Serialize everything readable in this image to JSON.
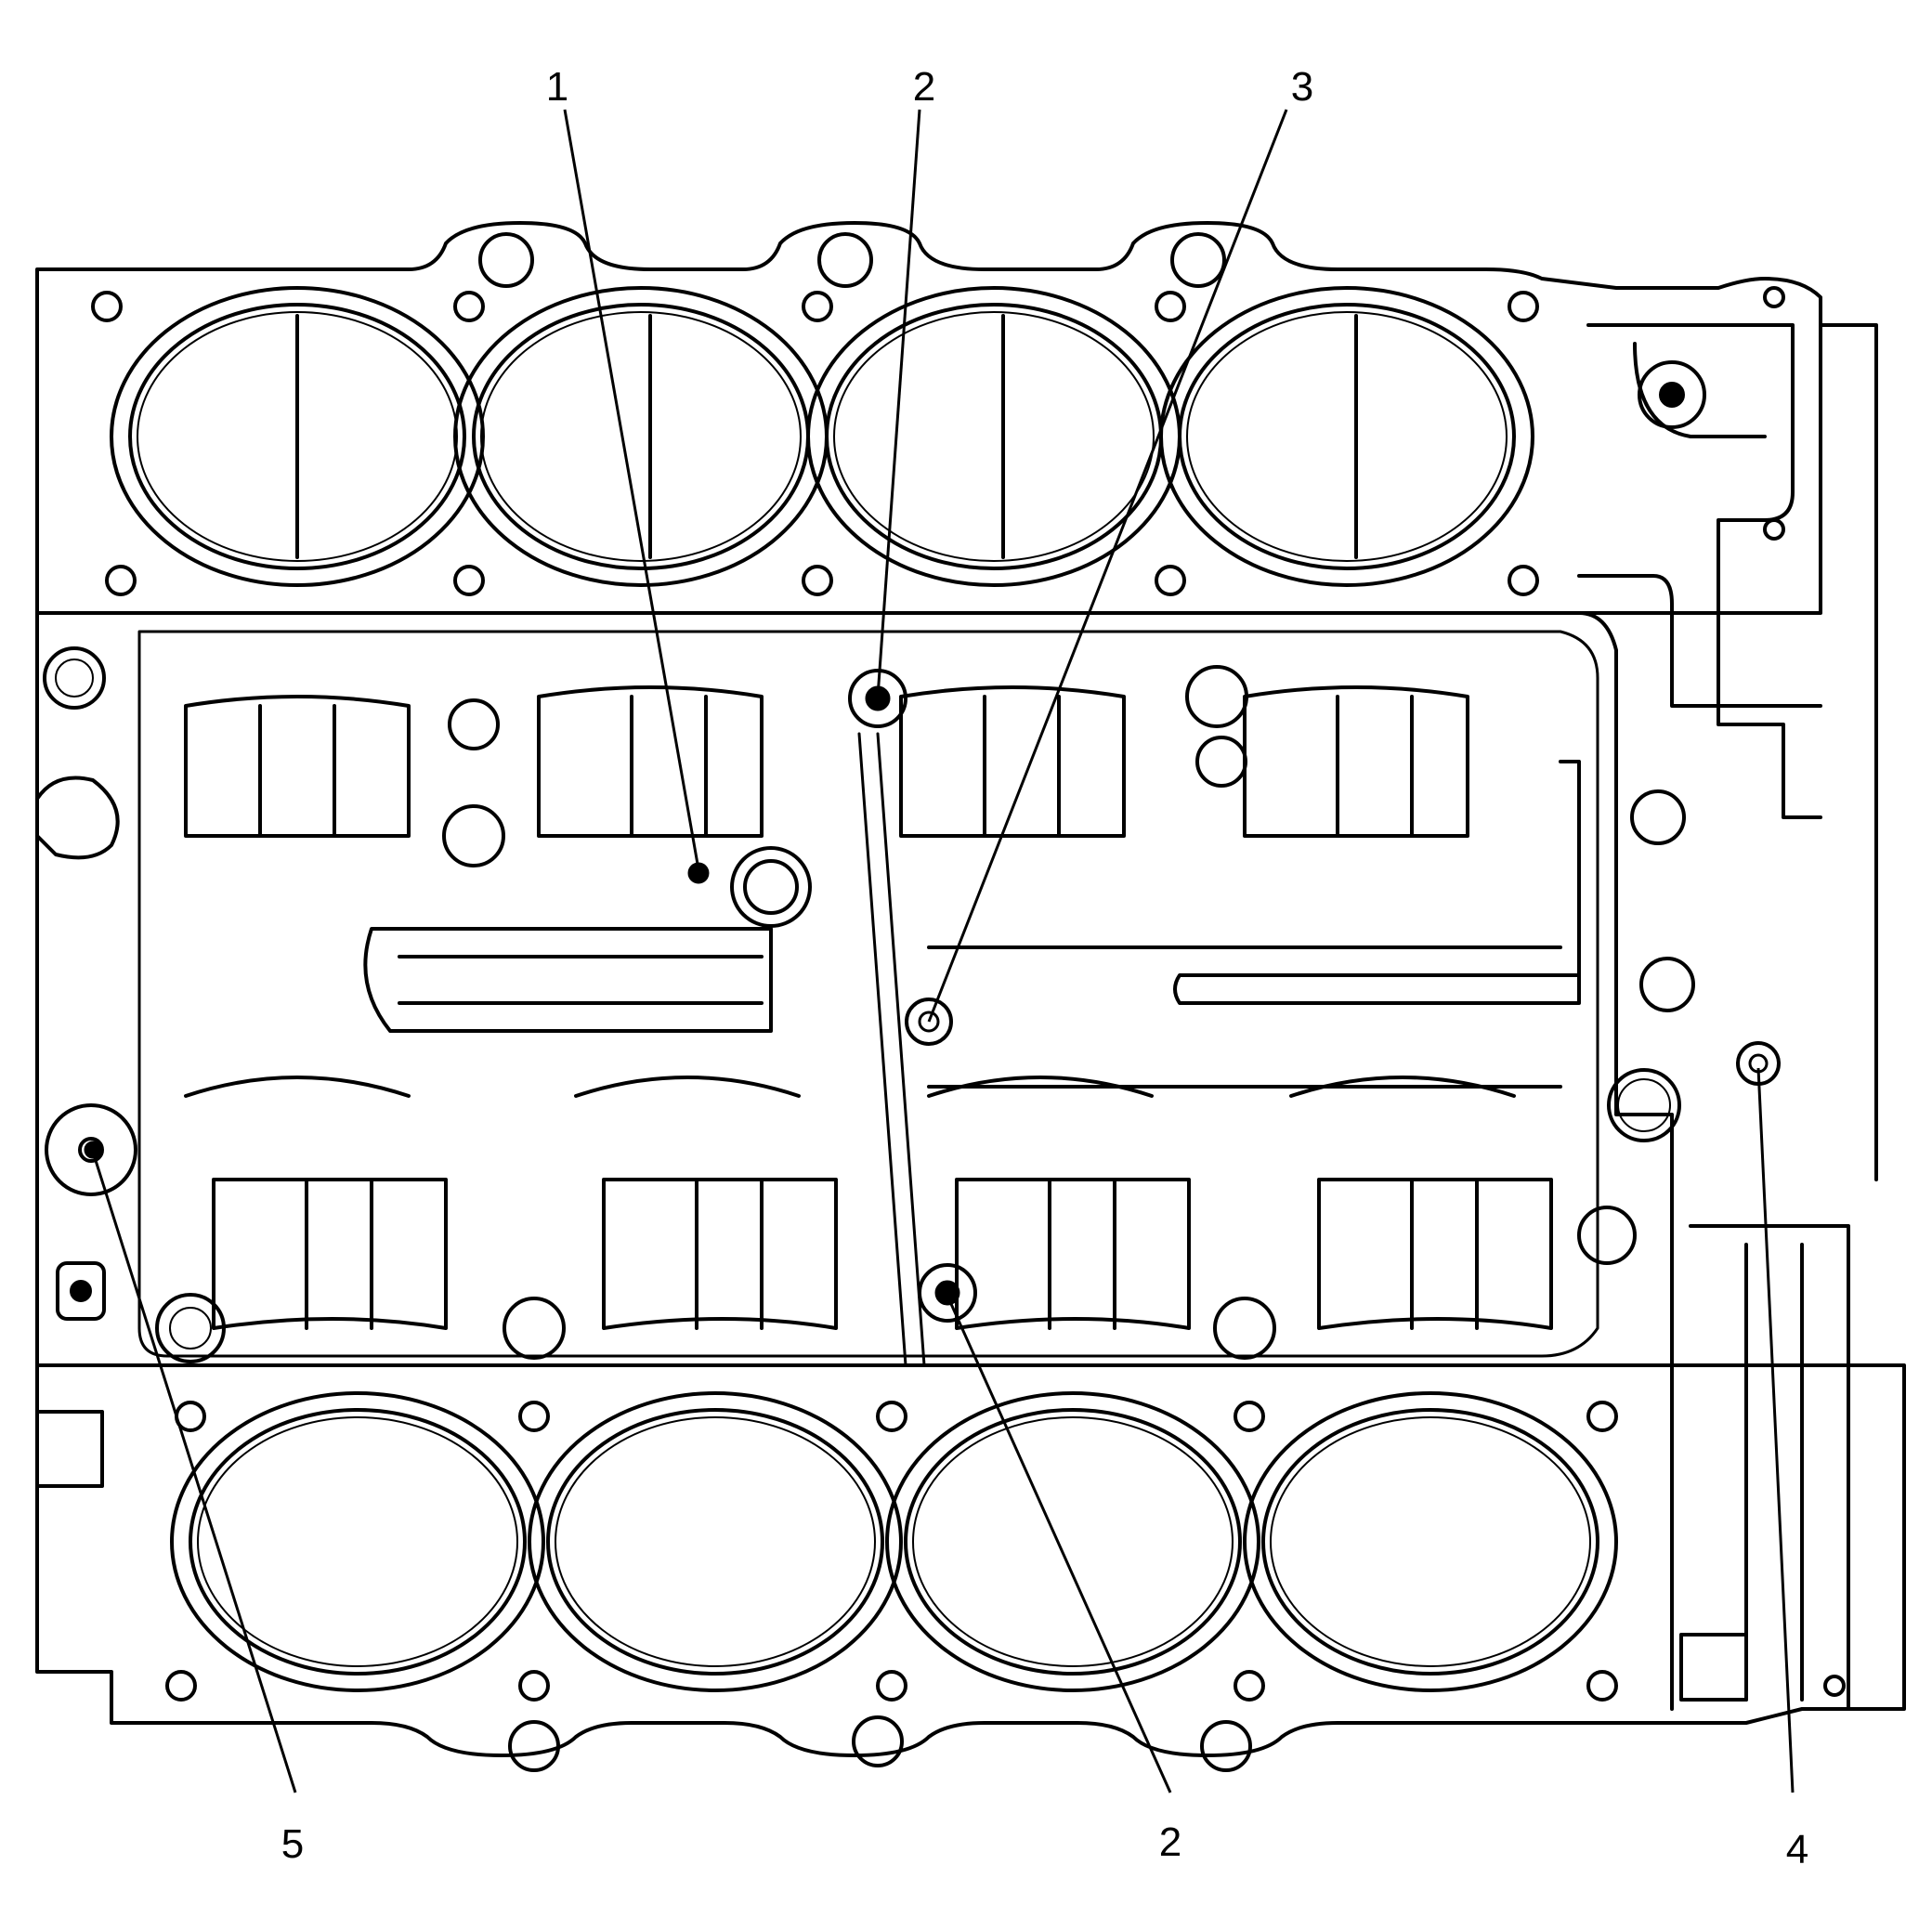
{
  "diagram": {
    "colors": {
      "ink": "#000000",
      "paper": "#ffffff"
    },
    "callouts": [
      {
        "id": "c1",
        "label": "1"
      },
      {
        "id": "c2a",
        "label": "2"
      },
      {
        "id": "c3",
        "label": "3"
      },
      {
        "id": "c2b",
        "label": "2"
      },
      {
        "id": "c4",
        "label": "4"
      },
      {
        "id": "c5",
        "label": "5"
      }
    ]
  }
}
